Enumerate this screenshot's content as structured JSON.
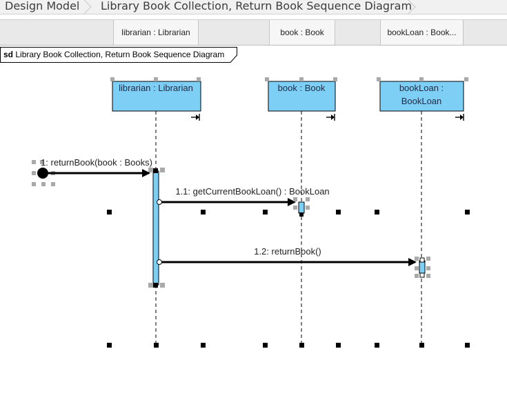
{
  "breadcrumb": {
    "items": [
      {
        "label": "Design Model"
      },
      {
        "label": "Library Book Collection, Return Book Sequence Diagram"
      }
    ]
  },
  "lifeline_header": {
    "tabs": [
      {
        "label": "librarian : Librarian"
      },
      {
        "label": "book : Book"
      },
      {
        "label": "bookLoan : Book..."
      }
    ]
  },
  "diagram": {
    "frame_keyword": "sd",
    "frame_title": "Library Book Collection, Return Book Sequence Diagram",
    "lifelines": [
      {
        "label_lines": [
          "librarian : Librarian"
        ]
      },
      {
        "label_lines": [
          "book : Book"
        ]
      },
      {
        "label_lines": [
          "bookLoan :",
          "BookLoan"
        ]
      }
    ],
    "messages": [
      {
        "label": "1: returnBook(book : Books)"
      },
      {
        "label": "1.1: getCurrentBookLoan() : BookLoan"
      },
      {
        "label": "1.2: returnBook()"
      }
    ],
    "colors": {
      "lifeline_fill": "#7ecff5",
      "activation_fill": "#7ecff5",
      "line": "#000000",
      "handle_gray": "#a9a9a9"
    }
  }
}
